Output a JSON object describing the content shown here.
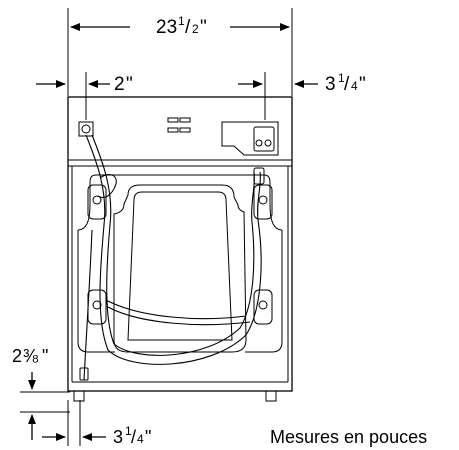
{
  "dimensions": {
    "total_width": {
      "whole": "23",
      "num": "1",
      "den": "2",
      "unit": "\""
    },
    "left_offset": {
      "whole": "2",
      "unit": "\""
    },
    "right_offset": {
      "whole": "3",
      "num": "1",
      "den": "4",
      "unit": "\""
    },
    "foot_height": {
      "whole": "2",
      "frac": "⅜",
      "unit": "\""
    },
    "foot_offset": {
      "whole": "3",
      "num": "1",
      "den": "4",
      "unit": "\""
    }
  },
  "caption": "Mesures en pouces"
}
